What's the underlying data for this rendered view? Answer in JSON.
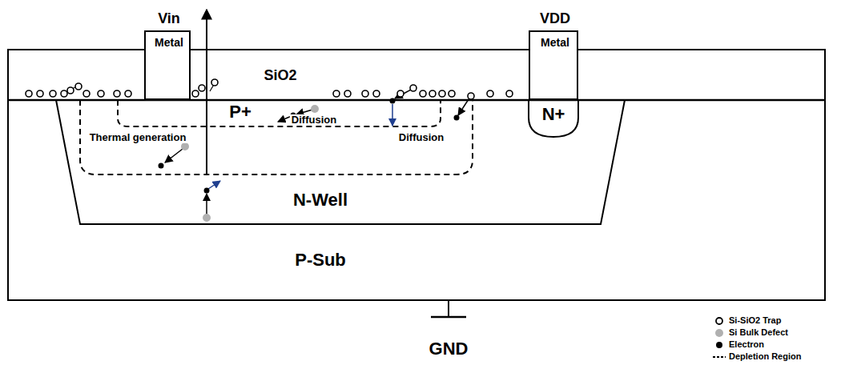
{
  "diagram": {
    "nodes": [
      {
        "text": [
          "SiO2"
        ]
      },
      {
        "text": [
          "P-Sub"
        ]
      },
      {
        "text": [
          "N-Well"
        ],
        "in": 1
      },
      {
        "text": [
          "P+"
        ],
        "in": 2
      },
      {
        "text": [
          "N+"
        ],
        "in": 2
      },
      {
        "text": [
          "Vin",
          "Metal"
        ],
        "in": 0
      },
      {
        "text": [
          "VDD",
          "Metal"
        ],
        "in": 0
      }
    ],
    "labels": [
      "Diffusion",
      "Diffusion",
      "Thermal generation",
      "GND"
    ],
    "legend": [
      {
        "text": "Si-SiO2 Trap"
      },
      {
        "text": "Si Bulk Defect"
      },
      {
        "text": "Electron"
      },
      {
        "text": "Depletion Region"
      }
    ]
  }
}
